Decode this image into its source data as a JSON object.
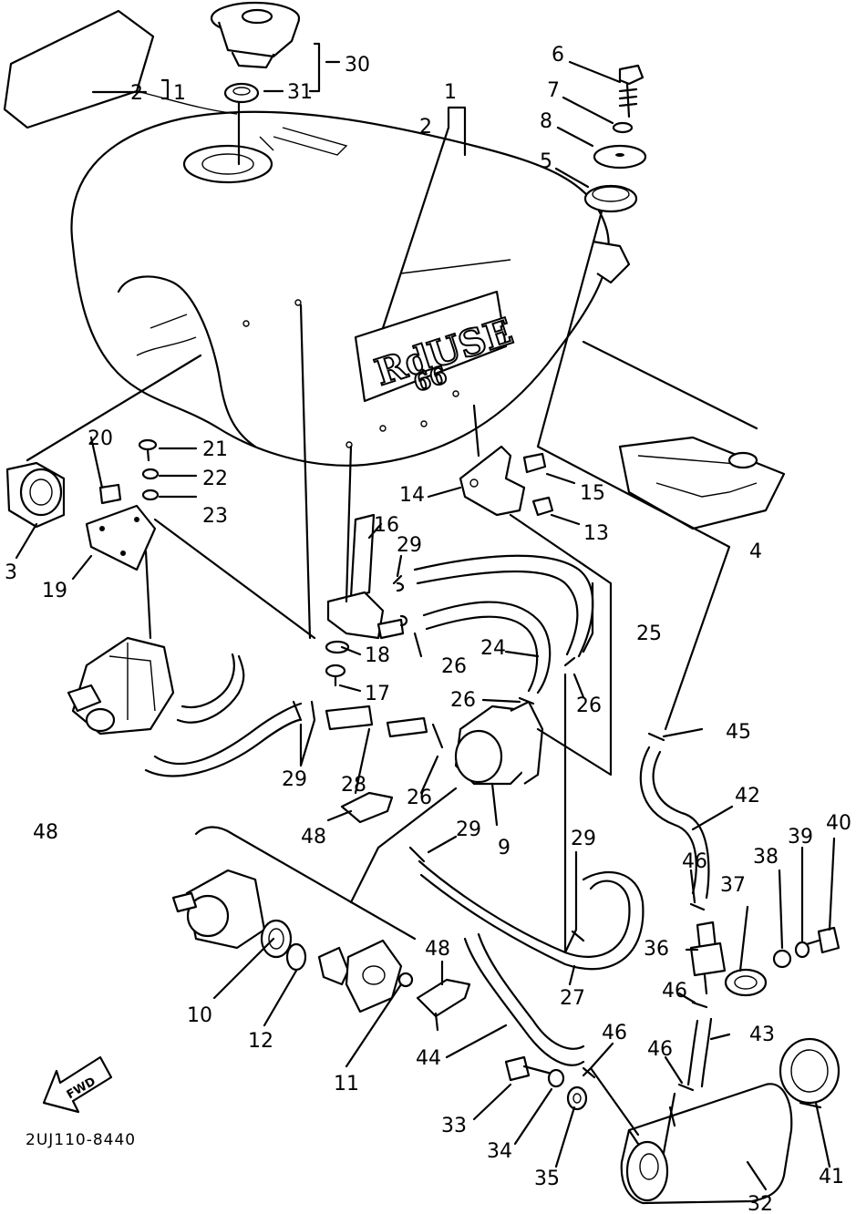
{
  "diagram": {
    "drawing_code": "2UJ110-8440",
    "direction_label": "FWD",
    "tank_logo_text": "RdUSE",
    "tank_logo_sub": "66",
    "callouts": {
      "c1": "1",
      "c2": "2",
      "c3": "3",
      "c4": "4",
      "c5": "5",
      "c6": "6",
      "c7": "7",
      "c8": "8",
      "c9": "9",
      "c10": "10",
      "c11": "11",
      "c12": "12",
      "c13": "13",
      "c14": "14",
      "c15": "15",
      "c16": "16",
      "c17": "17",
      "c18": "18",
      "c19": "19",
      "c20": "20",
      "c21": "21",
      "c22": "22",
      "c23": "23",
      "c24": "24",
      "c25": "25",
      "c26": "26",
      "c28": "28",
      "c27": "27",
      "c29": "29",
      "c30": "30",
      "c31": "31",
      "c32": "32",
      "c33": "33",
      "c34": "34",
      "c35": "35",
      "c36": "36",
      "c37": "37",
      "c38": "38",
      "c39": "39",
      "c40": "40",
      "c41": "41",
      "c42": "42",
      "c43": "43",
      "c44": "44",
      "c45": "45",
      "c46": "46",
      "c48": "48"
    }
  }
}
